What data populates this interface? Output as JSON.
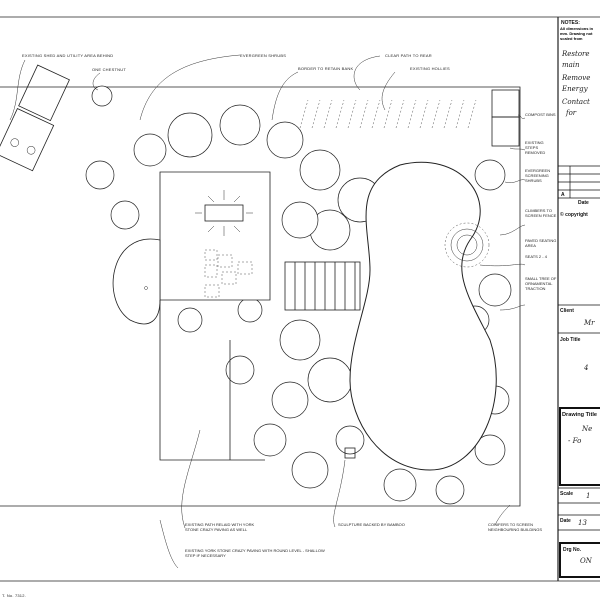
{
  "drawing": {
    "labels": {
      "shed": "EXISTING SHED AND UTILITY AREA BEHIND",
      "chestnut": "ONE CHESTNUT",
      "evergreen_shrubs": "EVERGREEN SHRUBS",
      "bank": "BORDER TO RETAIN BANK",
      "clear_path": "CLEAR PATH TO REAR",
      "hollies": "EXISTING HOLLIES",
      "compost": "COMPOST BINS",
      "steps_removed": "EXISTING STEPS REMOVED",
      "screening": "EVERGREEN SCREENING SHRUBS",
      "climbers": "CLIMBERS TO SCREEN FENCE",
      "paved": "PAVED SEATING AREA",
      "seats": "SEATS 2 - 4",
      "small_tree": "SMALL TREE OF ORNAMENTAL TRACTION",
      "path_relaid": "EXISTING PATH RELAID WITH YORK STONE CRAZY PAVING AS WELL",
      "crazy_paving": "EXISTING YORK STONE CRAZY PAVING WITH ROUND LEVEL - SHALLOW STEP IF NECESSARY",
      "sculpture": "SCULPTURE BACKED BY BAMBOO",
      "conifers": "CONIFERS TO SCREEN NEIGHBOURING BUILDINGS"
    },
    "sheet_ref": "T. No. 7312."
  },
  "title_block": {
    "notes_heading": "NOTES:",
    "notes_text": "All dimensions in mm. Drawing not scaled from",
    "handwritten_notes": [
      "Restore",
      "main",
      "Remove",
      "Energy",
      "Contact",
      "for"
    ],
    "revision_letter": "A",
    "date_col": "Date",
    "copyright": "© copyright",
    "client_label": "Client",
    "client_value": "Mr",
    "job_title_label": "Job Title",
    "job_title_value": "4",
    "drawing_title_label": "Drawing Title",
    "drawing_title_lines": [
      "Ne",
      "- Fo"
    ],
    "scale_label": "Scale",
    "scale_value": "1",
    "date_label": "Date",
    "date_value": "13",
    "drg_no_label": "Drg No.",
    "drg_no_value": "ON"
  }
}
